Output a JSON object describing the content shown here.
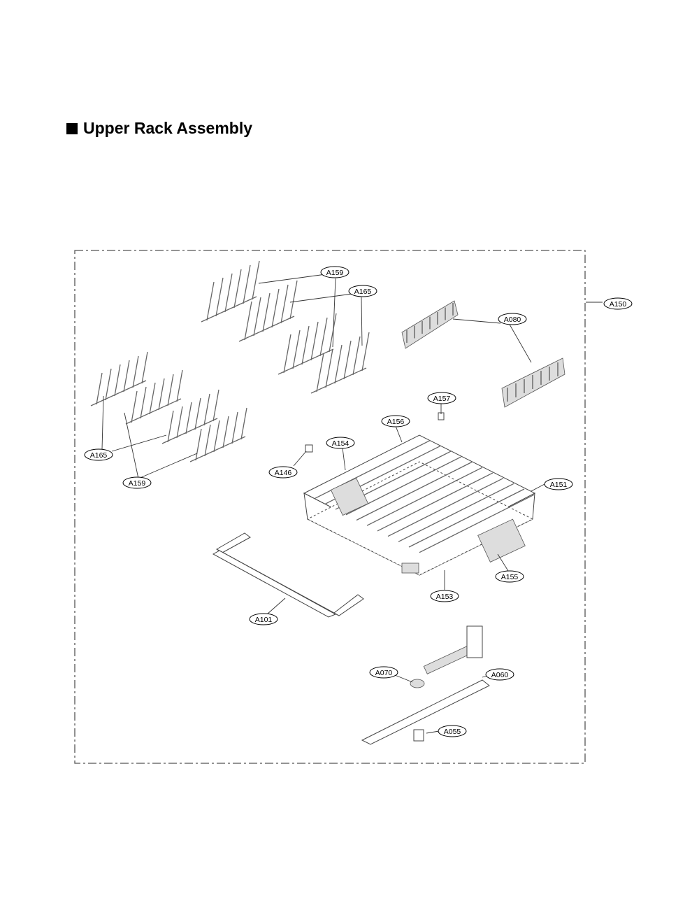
{
  "page": {
    "title": "Upper Rack Assembly"
  },
  "part_labels": {
    "a150": "A150",
    "a159_top": "A159",
    "a165_top": "A165",
    "a080": "A080",
    "a157": "A157",
    "a156": "A156",
    "a154": "A154",
    "a146": "A146",
    "a165_left": "A165",
    "a159_left": "A159",
    "a151": "A151",
    "a155": "A155",
    "a153": "A153",
    "a101": "A101",
    "a070": "A070",
    "a060": "A060",
    "a055": "A055"
  }
}
